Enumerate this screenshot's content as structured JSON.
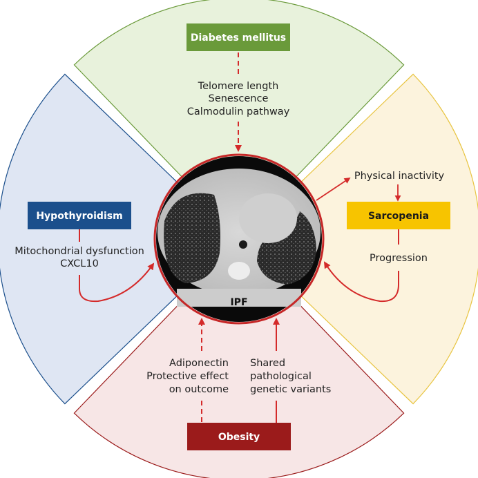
{
  "center": {
    "label": "IPF"
  },
  "top": {
    "title": "Diabetes mellitus",
    "color": "#6a9a3a",
    "lines": [
      "Telomere length",
      "Senescence",
      "Calmodulin pathway"
    ]
  },
  "left": {
    "title": "Hypothyroidism",
    "color": "#1b4f8c",
    "lines": [
      "Mitochondrial dysfunction",
      "CXCL10"
    ]
  },
  "right": {
    "title": "Sarcopenia",
    "color": "#f7c400",
    "above": "Physical inactivity",
    "below": "Progression"
  },
  "bottom": {
    "title": "Obesity",
    "color": "#9b1b1b",
    "left_lines": [
      "Adiponectin",
      "Protective effect",
      "on outcome"
    ],
    "right_lines": [
      "Shared",
      "pathological",
      "genetic variants"
    ]
  },
  "colors": {
    "arrow": "#d42a2a",
    "ring": "#c62828"
  }
}
